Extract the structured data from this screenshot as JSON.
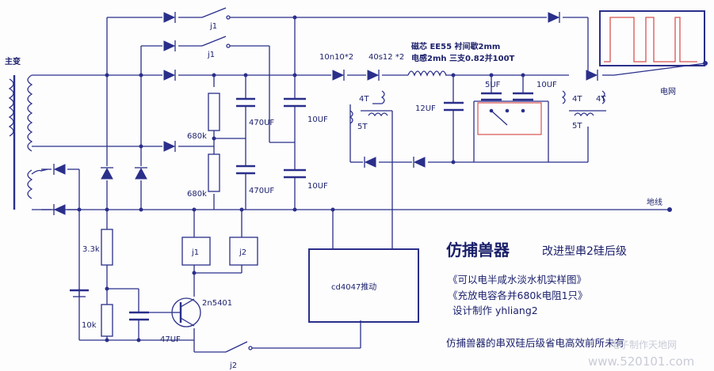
{
  "labels": {
    "main_transformer": "主变",
    "j1_top": "j1",
    "j1_second": "j1",
    "r_680k_a": "680k",
    "r_680k_b": "680k",
    "c_470uf_a": "470UF",
    "c_470uf_b": "470UF",
    "c_10uf_a": "10UF",
    "c_10uf_b": "10UF",
    "diode_10n10": "10n10*2",
    "diode_40s12": "40s12 *2",
    "core_spec": "磁芯 EE55 衬间歇2mm",
    "inductor_spec": "电感2mh 三支0.82并100T",
    "c_12uf": "12UF",
    "c_5uf": "5UF",
    "c_10uf_c": "10UF",
    "t_4t_left": "4T",
    "t_5t_left": "5T",
    "t_4t_right_a": "4T",
    "t_4t_right_b": "4T",
    "t_5t_right": "5T",
    "grid": "电网",
    "ground": "地线",
    "r_3_3k": "3.3k",
    "r_10k": "10k",
    "relay_j1": "j1",
    "relay_j2": "j2",
    "transistor": "2n5401",
    "c_47uf": "47UF",
    "switch_j2": "j2",
    "driver": "cd4047推动"
  },
  "text": {
    "title": "仿捕兽器",
    "subtitle": "改进型串2硅后级",
    "line1": "《可以电半咸水淡水机实样图》",
    "line2": "《充放电容各并680k电阻1只》",
    "line3": "设计制作   yhliang2",
    "footer": "仿捕兽器的串双硅后级省电高效前所未有",
    "watermark_url": "www.520101.com",
    "watermark_cn": "电子制作天地网"
  },
  "colors": {
    "wire": "#2a2f8a",
    "highlight": "#d9534f"
  }
}
